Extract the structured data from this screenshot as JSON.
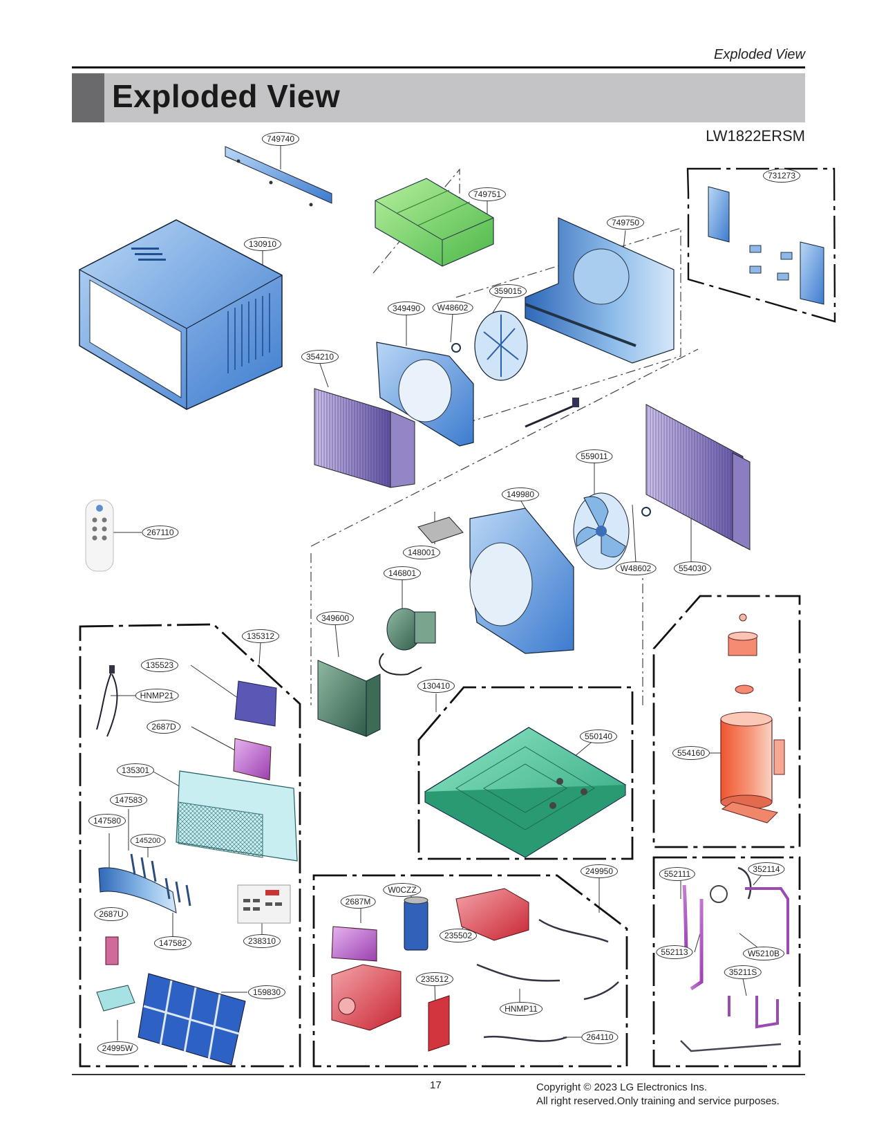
{
  "header": {
    "section_label": "Exploded View",
    "title": "Exploded View",
    "model": "LW1822ERSM"
  },
  "colors": {
    "title_band": "#c4c4c6",
    "title_tab": "#6a6a6c",
    "cabinet_blue": "#4f8fd9",
    "air_guide_green": "#7ed36a",
    "coil_purple": "#7a6ab3",
    "base_pan_green": "#3fbf96",
    "compressor_orange": "#f07a5a",
    "control_box_red": "#e0454e",
    "pipe_magenta": "#b06abf"
  },
  "parts": {
    "p749740": "749740",
    "p749751": "749751",
    "p749750": "749750",
    "p731273": "731273",
    "p130910": "130910",
    "p359015": "359015",
    "p349490": "349490",
    "pW48602a": "W48602",
    "p354210": "354210",
    "p559011": "559011",
    "p149980": "149980",
    "p267110": "267110",
    "p148001": "148001",
    "pW48602b": "W48602",
    "p554030": "554030",
    "p146801": "146801",
    "p349600": "349600",
    "p135312": "135312",
    "p135523": "135523",
    "pHNMP21": "HNMP21",
    "p2687D": "2687D",
    "p135301": "135301",
    "p147583": "147583",
    "p147580": "147580",
    "p145200": "145200",
    "p2687U": "2687U",
    "p147582": "147582",
    "p238310": "238310",
    "p159830": "159830",
    "p24995W": "24995W",
    "p130410": "130410",
    "p550140": "550140",
    "p554160": "554160",
    "p249950": "249950",
    "pW0CZZ": "W0CZZ",
    "p2687M": "2687M",
    "p235502": "235502",
    "p235512": "235512",
    "pHNMP11": "HNMP11",
    "p264110": "264110",
    "p552111": "552111",
    "p352114": "352114",
    "p552113": "552113",
    "pW5210B": "W5210B",
    "p35211S": "35211S"
  },
  "footer": {
    "page_number": "17",
    "copyright_line1": "Copyright © 2023 LG Electronics Ins.",
    "copyright_line2": "All right reserved.Only training and service purposes."
  }
}
